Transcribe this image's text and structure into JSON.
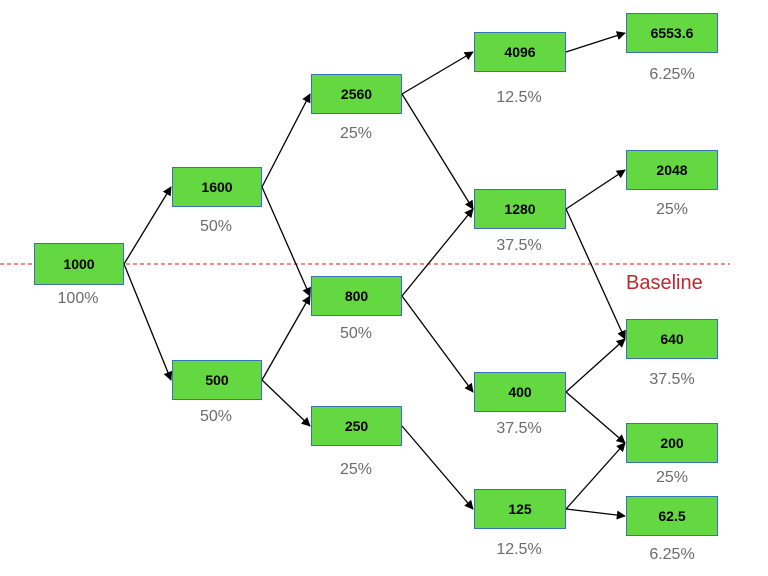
{
  "diagram": {
    "baseline_label": "Baseline",
    "colors": {
      "node_fill": "#63d841",
      "node_border": "#3a72b8",
      "edge": "#000000",
      "baseline_line": "#e8483c",
      "baseline_text": "#c0262d",
      "pct_text": "#6b6b6b"
    },
    "nodes": [
      {
        "id": "n1000",
        "value": "1000",
        "pct": "100%"
      },
      {
        "id": "n1600",
        "value": "1600",
        "pct": "50%"
      },
      {
        "id": "n500",
        "value": "500",
        "pct": "50%"
      },
      {
        "id": "n2560",
        "value": "2560",
        "pct": "25%"
      },
      {
        "id": "n800",
        "value": "800",
        "pct": "50%"
      },
      {
        "id": "n250",
        "value": "250",
        "pct": "25%"
      },
      {
        "id": "n4096",
        "value": "4096",
        "pct": "12.5%"
      },
      {
        "id": "n1280",
        "value": "1280",
        "pct": "37.5%"
      },
      {
        "id": "n400",
        "value": "400",
        "pct": "37.5%"
      },
      {
        "id": "n125",
        "value": "125",
        "pct": "12.5%"
      },
      {
        "id": "n6553",
        "value": "6553.6",
        "pct": "6.25%"
      },
      {
        "id": "n2048",
        "value": "2048",
        "pct": "25%"
      },
      {
        "id": "n640",
        "value": "640",
        "pct": "37.5%"
      },
      {
        "id": "n200",
        "value": "200",
        "pct": "25%"
      },
      {
        "id": "n62",
        "value": "62.5",
        "pct": "6.25%"
      }
    ],
    "edges": [
      [
        "n1000",
        "n1600"
      ],
      [
        "n1000",
        "n500"
      ],
      [
        "n1600",
        "n2560"
      ],
      [
        "n1600",
        "n800"
      ],
      [
        "n500",
        "n800"
      ],
      [
        "n500",
        "n250"
      ],
      [
        "n2560",
        "n4096"
      ],
      [
        "n2560",
        "n1280"
      ],
      [
        "n800",
        "n1280"
      ],
      [
        "n800",
        "n400"
      ],
      [
        "n250",
        "n125"
      ],
      [
        "n4096",
        "n6553"
      ],
      [
        "n1280",
        "n2048"
      ],
      [
        "n1280",
        "n640"
      ],
      [
        "n400",
        "n640"
      ],
      [
        "n400",
        "n200"
      ],
      [
        "n125",
        "n200"
      ],
      [
        "n125",
        "n62"
      ]
    ]
  }
}
